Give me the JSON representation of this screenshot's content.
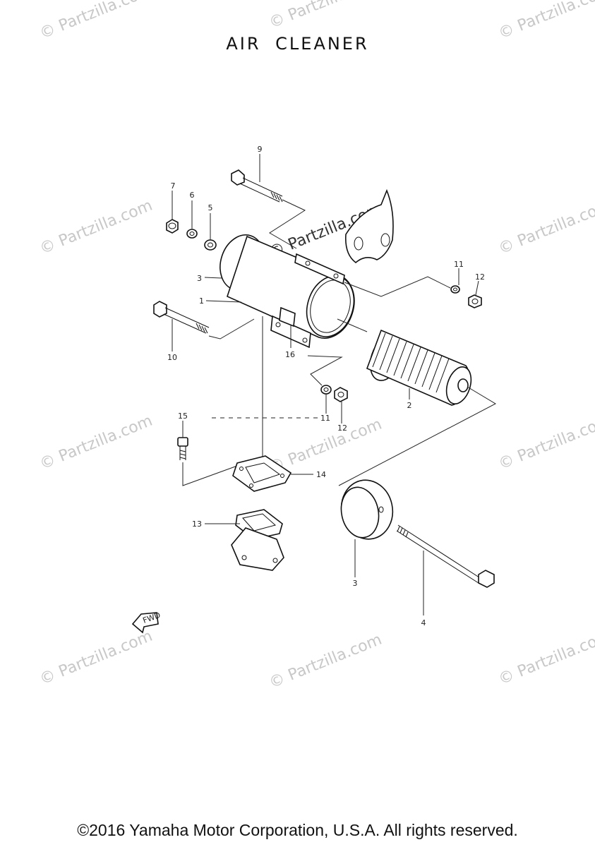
{
  "title": "AIR CLEANER",
  "copyright": "©2016 Yamaha Motor Corporation, U.S.A. All rights reserved.",
  "watermark": "© Partzilla.com",
  "fwd_label": "FWD",
  "callouts": [
    "1",
    "2",
    "3",
    "3",
    "4",
    "5",
    "6",
    "7",
    "9",
    "10",
    "11",
    "11",
    "12",
    "12",
    "13",
    "14",
    "15",
    "16"
  ]
}
